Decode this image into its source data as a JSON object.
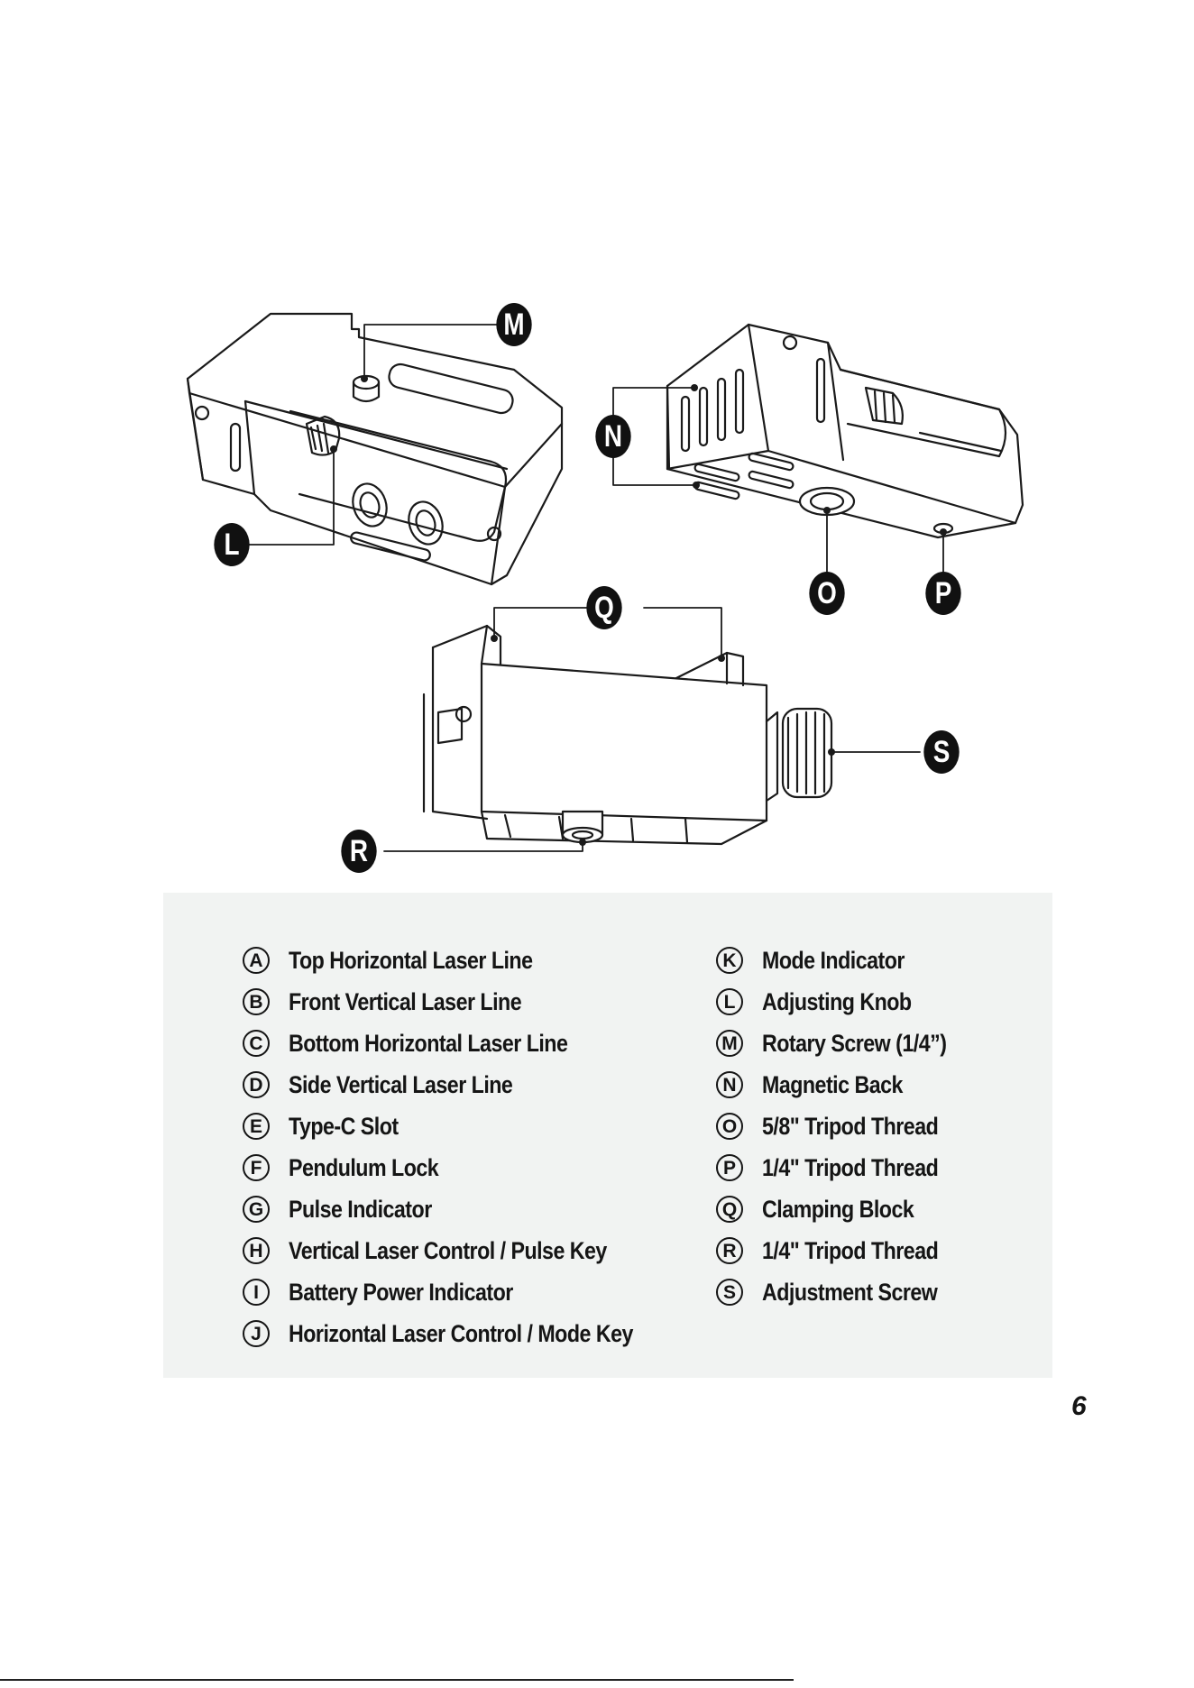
{
  "callouts": {
    "m": "M",
    "n": "N",
    "l": "L",
    "o": "O",
    "p": "P",
    "q": "Q",
    "s": "S",
    "r": "R"
  },
  "legend": {
    "left": [
      {
        "letter": "A",
        "label": "Top Horizontal Laser Line"
      },
      {
        "letter": "B",
        "label": "Front Vertical Laser Line"
      },
      {
        "letter": "C",
        "label": "Bottom Horizontal Laser Line"
      },
      {
        "letter": "D",
        "label": "Side Vertical Laser Line"
      },
      {
        "letter": "E",
        "label": "Type-C Slot"
      },
      {
        "letter": "F",
        "label": "Pendulum Lock"
      },
      {
        "letter": "G",
        "label": "Pulse Indicator"
      },
      {
        "letter": "H",
        "label": "Vertical Laser Control / Pulse Key"
      },
      {
        "letter": "I",
        "label": "Battery Power Indicator"
      },
      {
        "letter": "J",
        "label": "Horizontal Laser Control / Mode Key"
      }
    ],
    "right": [
      {
        "letter": "K",
        "label": "Mode Indicator"
      },
      {
        "letter": "L",
        "label": "Adjusting Knob"
      },
      {
        "letter": "M",
        "label": "Rotary Screw (1/4”)"
      },
      {
        "letter": "N",
        "label": "Magnetic Back"
      },
      {
        "letter": "O",
        "label": "5/8\" Tripod Thread"
      },
      {
        "letter": "P",
        "label": "1/4\" Tripod Thread"
      },
      {
        "letter": "Q",
        "label": "Clamping Block"
      },
      {
        "letter": "R",
        "label": "1/4\" Tripod Thread"
      },
      {
        "letter": "S",
        "label": "Adjustment Screw"
      }
    ]
  },
  "page_number": "6"
}
